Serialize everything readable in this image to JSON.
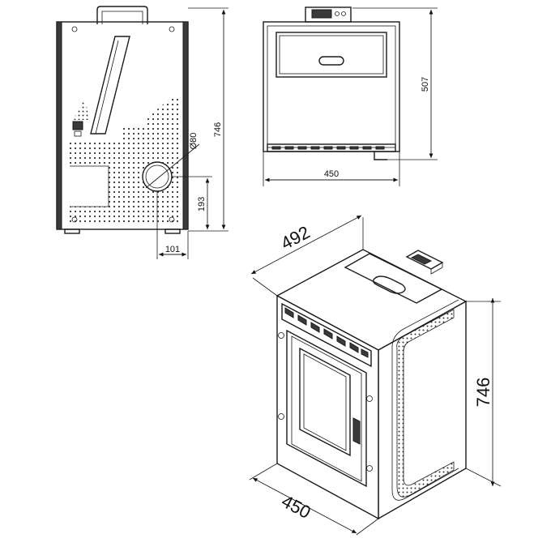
{
  "dimensions": {
    "back_height": "746",
    "flue_diameter": "Ø80",
    "flue_height": "193",
    "flue_offset": "101",
    "top_depth": "507",
    "top_width": "450",
    "iso_depth": "492",
    "iso_height": "746",
    "iso_width": "450"
  }
}
